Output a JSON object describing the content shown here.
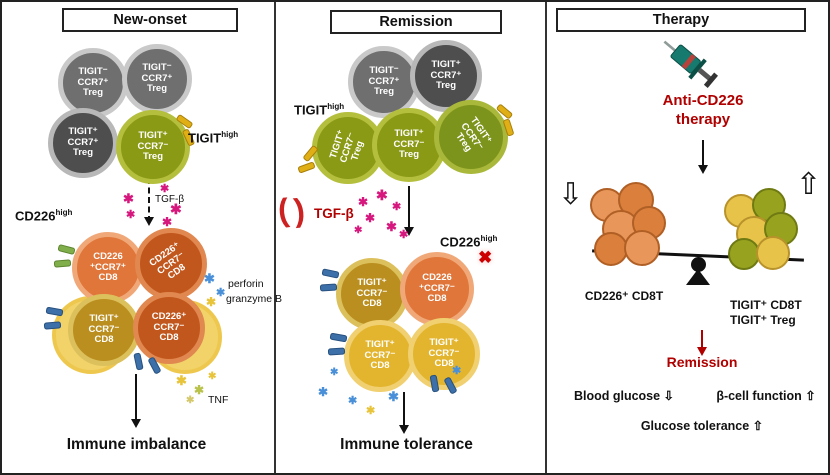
{
  "glyphs": {
    "star": "✱",
    "cross": "✖",
    "arrow_down_hollow": "⇩",
    "arrow_up_hollow": "⇧",
    "paren_left": "(",
    "paren_right": ")"
  },
  "colors": {
    "treg_gray": "#6f6f6f",
    "treg_gray_dark": "#4e4e4e",
    "treg_olive": "#8a9a15",
    "cd8_orange": "#e0763a",
    "cd8_orange_dark": "#c2571d",
    "cd8_gold": "#bb8f1f",
    "cd8_yellow": "#e3b52f",
    "tgfb_star_magenta": "#d6187e",
    "cytokine_blue": "#4a90d9",
    "cytokine_yellow": "#e8c43a",
    "accent_red": "#b00000",
    "stick_yellow": "#e0ae15",
    "stick_blue": "#3d6fa8",
    "stick_green": "#7fae4a"
  },
  "headers": {
    "new_onset": "New-onset",
    "remission": "Remission",
    "therapy": "Therapy"
  },
  "new_onset": {
    "cells": {
      "treg_minus_1": "TIGIT⁻\nCCR7⁺\nTreg",
      "treg_minus_2": "TIGIT⁻\nCCR7⁺\nTreg",
      "treg_plus_ccr7": "TIGIT⁺\nCCR7⁺\nTreg",
      "treg_tigit": "TIGIT⁺\nCCR7⁻\nTreg",
      "cd8_cm": "CD226\n⁺CCR7⁺\nCD8",
      "cd8_em1": "CD226⁺\nCCR7⁻\nCD8",
      "cd8_tigit": "TIGIT⁺\nCCR7⁻\nCD8",
      "cd8_em2": "CD226⁺\nCCR7⁻\nCD8"
    },
    "tigit_high": {
      "base": "TIGIT",
      "sup": "high"
    },
    "cd226_high": {
      "base": "CD226",
      "sup": "high"
    },
    "tgfb": "TGF-β",
    "perforin": "perforin",
    "granzyme": "granzyme B",
    "tnf": "TNF",
    "outcome": "Immune imbalance"
  },
  "remission": {
    "cells": {
      "treg_minus": "TIGIT⁻\nCCR7⁺\nTreg",
      "treg_plus_ccr7": "TIGIT⁺\nCCR7⁺\nTreg",
      "treg_tigit_1": "TIGIT⁺\nCCR7⁻\nTreg",
      "treg_tigit_2": "TIGIT⁺\nCCR7⁻\nTreg",
      "treg_tigit_3": "TIGIT⁺\nCCR7⁻\nTreg",
      "cd8_tigit_1": "TIGIT⁺\nCCR7⁻\nCD8",
      "cd8_cd226": "CD226\n⁺CCR7⁻\nCD8",
      "cd8_tigit_2": "TIGIT⁺\nCCR7⁻\nCD8",
      "cd8_tigit_3": "TIGIT⁺\nCCR7⁻\nCD8"
    },
    "tigit_high": {
      "base": "TIGIT",
      "sup": "high"
    },
    "cd226_high": {
      "base": "CD226",
      "sup": "high"
    },
    "tgfb": "TGF-β",
    "outcome": "Immune tolerance"
  },
  "therapy": {
    "title": "Anti-CD226\ntherapy",
    "left_label": "CD226⁺ CD8T",
    "right_label_1": "TIGIT⁺ CD8T",
    "right_label_2": "TIGIT⁺ Treg",
    "remission": "Remission",
    "blood_glucose": "Blood glucose ⇩",
    "beta_cell": "β-cell function ⇧",
    "glucose_tolerance": "Glucose tolerance ⇧"
  }
}
